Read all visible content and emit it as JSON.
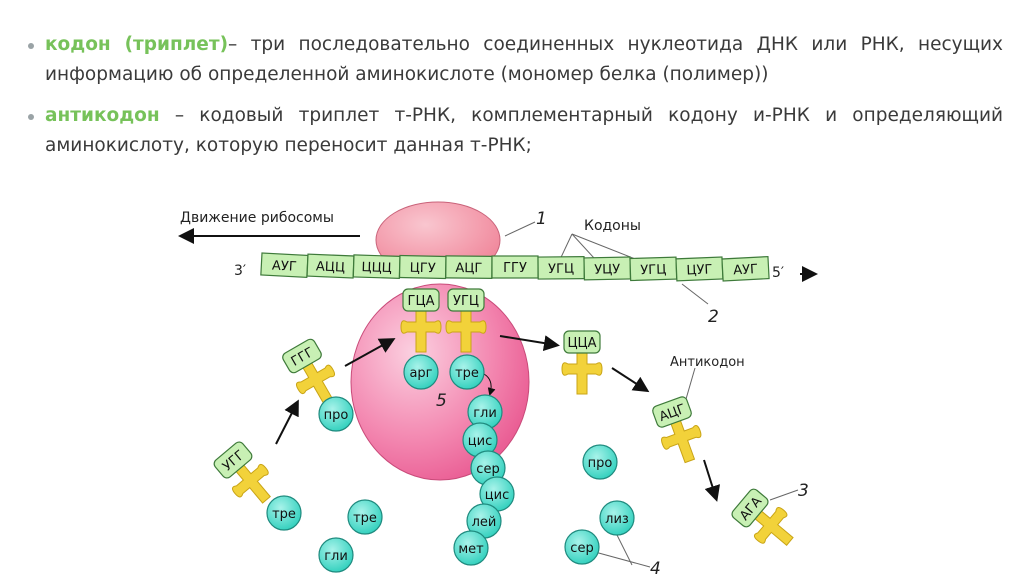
{
  "bullets": [
    {
      "term": "кодон (триплет)",
      "text": "– три последовательно соединенных нуклеотида ДНК или РНК, несущих информацию об определенной аминокислоте (мономер белка (полимер))"
    },
    {
      "term": "антикодон",
      "text": " – кодовый триплет т-РНК, комплементарный кодону и-РНК и определяющий аминокислоту, которую переносит данная т-РНК;"
    }
  ],
  "diagram": {
    "movement_label": "Движение рибосомы",
    "codons_label": "Кодоны",
    "anticodon_label": "Антикодон",
    "end3": "3′",
    "end5": "5′",
    "codons": [
      "АУГ",
      "АЦЦ",
      "ЦЦЦ",
      "ЦГУ",
      "АЦГ",
      "ГГУ",
      "УГЦ",
      "УЦУ",
      "УГЦ",
      "ЦУГ",
      "АУГ"
    ],
    "trna": [
      {
        "anticodon": "ГЦА",
        "amino": "арг"
      },
      {
        "anticodon": "УГЦ",
        "amino": "тре"
      },
      {
        "anticodon": "ЦЦА",
        "amino": ""
      },
      {
        "anticodon": "ГГГ",
        "amino": "про"
      },
      {
        "anticodon": "УГГ",
        "amino": "тре"
      },
      {
        "anticodon": "АЦГ",
        "amino": ""
      },
      {
        "anticodon": "АГА",
        "amino": ""
      }
    ],
    "chain": [
      "гли",
      "цис",
      "сер",
      "цис",
      "лей",
      "мет"
    ],
    "free_amino": [
      "тре",
      "гли",
      "про",
      "лиз",
      "сер"
    ],
    "numbers": {
      "n1": "1",
      "n2": "2",
      "n3": "3",
      "n4": "4",
      "n5": "5"
    },
    "colors": {
      "term": "#77c25a",
      "codon_fill": "#c8f0b4",
      "trna": "#f2d23a",
      "amino": "#3fd8c6",
      "ribosome": "#f27ba6"
    }
  }
}
